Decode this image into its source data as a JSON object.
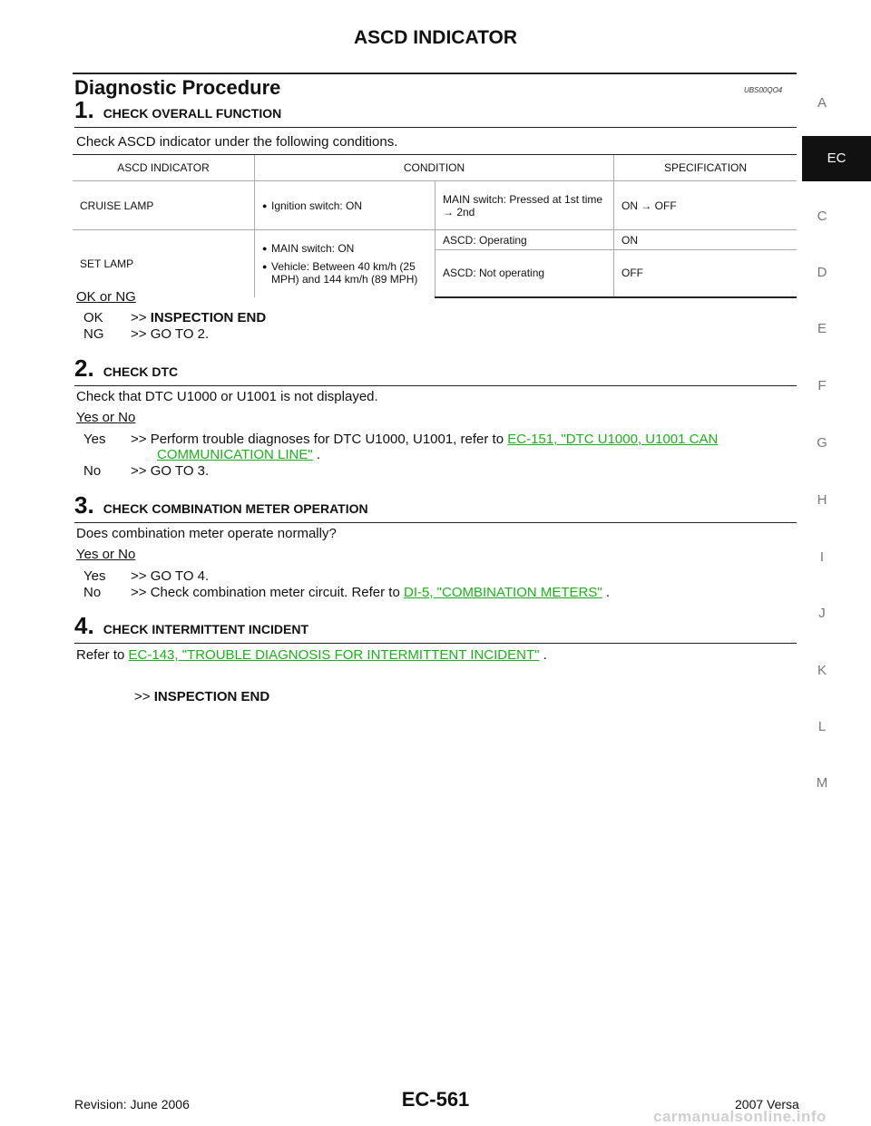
{
  "header": {
    "title": "ASCD INDICATOR"
  },
  "section": {
    "title": "Diagnostic Procedure",
    "doc_id": "UBS00QO4"
  },
  "steps": [
    {
      "num": "1.",
      "title": "CHECK OVERALL FUNCTION",
      "text": "Check ASCD indicator under the following conditions.",
      "result_label": "OK or NG",
      "outcomes": [
        {
          "key": "OK",
          "arrow": ">>",
          "text": "INSPECTION END"
        },
        {
          "key": "NG",
          "arrow": ">>",
          "text": "GO TO 2."
        }
      ]
    },
    {
      "num": "2.",
      "title": "CHECK DTC",
      "text": "Check that DTC U1000 or U1001 is not displayed.",
      "result_label": "Yes or No",
      "outcomes": [
        {
          "key": "Yes",
          "arrow": ">>",
          "text": "Perform trouble diagnoses for DTC U1000, U1001, refer to",
          "link": "EC-151, \"DTC U1000, U1001 CAN",
          "link2": "COMMUNICATION LINE\"",
          "after": " ."
        },
        {
          "key": "No",
          "arrow": ">>",
          "text": "GO TO 3."
        }
      ]
    },
    {
      "num": "3.",
      "title": "CHECK COMBINATION METER OPERATION",
      "text": "Does combination meter operate normally?",
      "result_label": "Yes or No",
      "outcomes": [
        {
          "key": "Yes",
          "arrow": ">>",
          "text": "GO TO 4."
        },
        {
          "key": "No",
          "arrow": ">>",
          "text": "Check combination meter circuit. Refer to",
          "link": "DI-5, \"COMBINATION METERS\"",
          "after": " ."
        }
      ]
    },
    {
      "num": "4.",
      "title": "CHECK INTERMITTENT INCIDENT",
      "text": "Refer to",
      "link": "EC-143, \"TROUBLE DIAGNOSIS FOR INTERMITTENT INCIDENT\"",
      "after": " .",
      "outcomes": [
        {
          "arrow": ">>",
          "text": "INSPECTION END"
        }
      ]
    }
  ],
  "table": {
    "headers": [
      "ASCD INDICATOR",
      "CONDITION",
      "SPECIFICATION"
    ],
    "rows": [
      {
        "indicator": "CRUISE LAMP",
        "condition": "Ignition switch: ON",
        "sub": "MAIN switch: Pressed at 1st time → 2nd",
        "spec": "ON → OFF"
      },
      {
        "indicator": "SET LAMP",
        "condition_a": "MAIN switch: ON",
        "condition_b": "Vehicle: Between 40 km/h (25 MPH) and 144 km/h (89 MPH)",
        "sub_a": "ASCD: Operating",
        "spec_a": "ON",
        "sub_b": "ASCD: Not operating",
        "spec_b": "OFF"
      }
    ]
  },
  "side_tabs": [
    "A",
    "EC",
    "C",
    "D",
    "E",
    "F",
    "G",
    "H",
    "I",
    "J",
    "K",
    "L",
    "M"
  ],
  "active_tab": "EC",
  "footer": {
    "revision": "Revision: June 2006",
    "page": "EC-561",
    "model": "2007 Versa",
    "watermark": "carmanualsonline.info"
  }
}
